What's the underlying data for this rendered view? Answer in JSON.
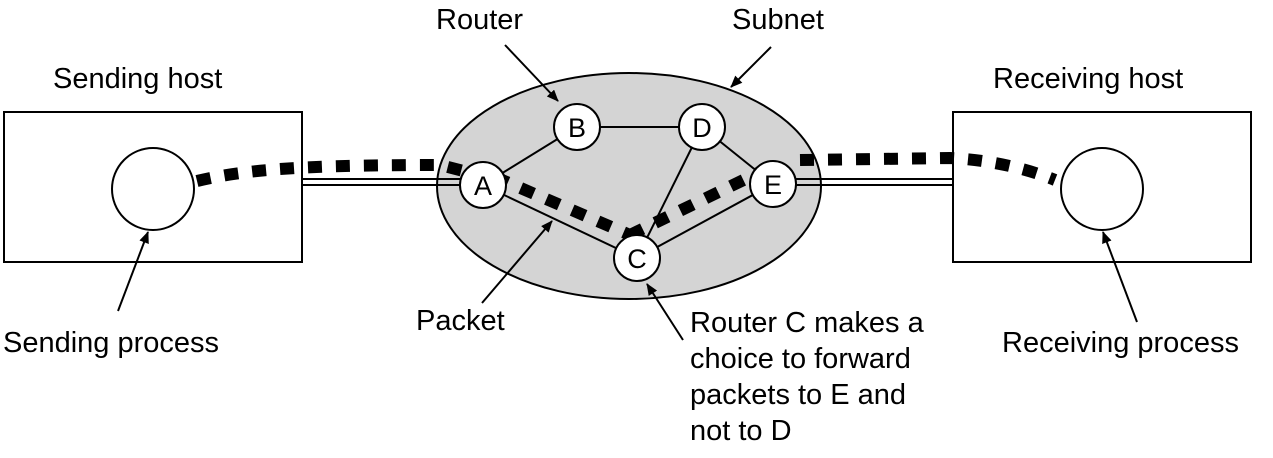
{
  "labels": {
    "sending_host": "Sending host",
    "receiving_host": "Receiving host",
    "router": "Router",
    "subnet": "Subnet",
    "packet": "Packet",
    "sending_process": "Sending process",
    "receiving_process": "Receiving process",
    "router_c_note": [
      "Router C makes a",
      "choice to forward",
      "packets to E and",
      "not to D"
    ]
  },
  "routers": {
    "A": "A",
    "B": "B",
    "C": "C",
    "D": "D",
    "E": "E"
  },
  "colors": {
    "subnet_fill": "#d4d4d4",
    "line": "#000000",
    "background": "#ffffff"
  }
}
